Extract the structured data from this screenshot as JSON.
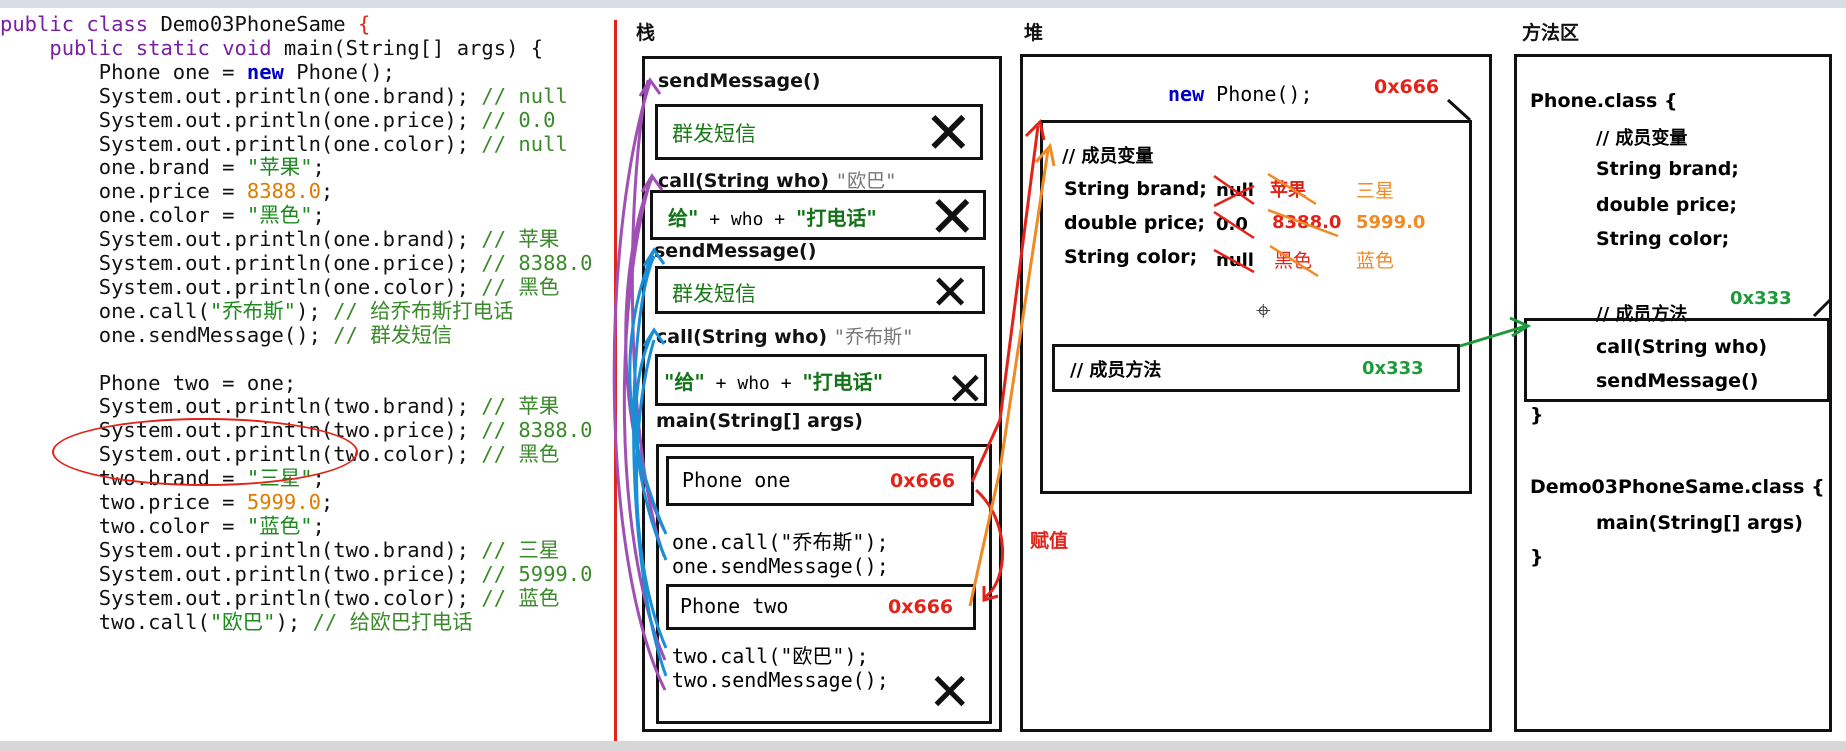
{
  "code": {
    "lines": [
      {
        "indent": "",
        "parts": [
          [
            "kw2",
            "public "
          ],
          [
            "kw2",
            "class "
          ],
          [
            "txt",
            "Demo03PhoneSame "
          ],
          [
            "red",
            "{"
          ]
        ]
      },
      {
        "indent": "    ",
        "parts": [
          [
            "kw2",
            "public "
          ],
          [
            "kw2",
            "static "
          ],
          [
            "kw2",
            "void "
          ],
          [
            "txt",
            "main(String[] args) {"
          ]
        ]
      },
      {
        "indent": "        ",
        "parts": [
          [
            "txt",
            "Phone one = "
          ],
          [
            "kw",
            "new "
          ],
          [
            "txt",
            "Phone();"
          ]
        ]
      },
      {
        "indent": "        ",
        "parts": [
          [
            "txt",
            "System.out.println(one.brand); "
          ],
          [
            "cmt",
            "// null"
          ]
        ]
      },
      {
        "indent": "        ",
        "parts": [
          [
            "txt",
            "System.out.println(one.price); "
          ],
          [
            "cmt",
            "// 0.0"
          ]
        ]
      },
      {
        "indent": "        ",
        "parts": [
          [
            "txt",
            "System.out.println(one.color); "
          ],
          [
            "cmt",
            "// null"
          ]
        ]
      },
      {
        "indent": "        ",
        "parts": [
          [
            "txt",
            "one.brand = "
          ],
          [
            "str",
            "\"苹果\""
          ],
          [
            "txt",
            ";"
          ]
        ]
      },
      {
        "indent": "        ",
        "parts": [
          [
            "txt",
            "one.price = "
          ],
          [
            "num",
            "8388.0"
          ],
          [
            "txt",
            ";"
          ]
        ]
      },
      {
        "indent": "        ",
        "parts": [
          [
            "txt",
            "one.color = "
          ],
          [
            "str",
            "\"黑色\""
          ],
          [
            "txt",
            ";"
          ]
        ]
      },
      {
        "indent": "        ",
        "parts": [
          [
            "txt",
            "System.out.println(one.brand); "
          ],
          [
            "cmt",
            "// 苹果"
          ]
        ]
      },
      {
        "indent": "        ",
        "parts": [
          [
            "txt",
            "System.out.println(one.price); "
          ],
          [
            "cmt",
            "// 8388.0"
          ]
        ]
      },
      {
        "indent": "        ",
        "parts": [
          [
            "txt",
            "System.out.println(one.color); "
          ],
          [
            "cmt",
            "// 黑色"
          ]
        ]
      },
      {
        "indent": "        ",
        "parts": [
          [
            "txt",
            "one.call("
          ],
          [
            "str",
            "\"乔布斯\""
          ],
          [
            "txt",
            "); "
          ],
          [
            "cmt",
            "// 给乔布斯打电话"
          ]
        ]
      },
      {
        "indent": "        ",
        "parts": [
          [
            "txt",
            "one.sendMessage(); "
          ],
          [
            "cmt",
            "// 群发短信"
          ]
        ]
      },
      {
        "indent": "",
        "parts": [
          [
            "txt",
            ""
          ]
        ]
      },
      {
        "indent": "        ",
        "parts": [
          [
            "txt",
            "Phone two = one;"
          ]
        ]
      },
      {
        "indent": "        ",
        "parts": [
          [
            "txt",
            "System.out.println(two.brand); "
          ],
          [
            "cmt",
            "// 苹果"
          ]
        ]
      },
      {
        "indent": "        ",
        "parts": [
          [
            "txt",
            "System.out.println(two.price); "
          ],
          [
            "cmt",
            "// 8388.0"
          ]
        ]
      },
      {
        "indent": "        ",
        "parts": [
          [
            "txt",
            "System.out.println(two.color); "
          ],
          [
            "cmt",
            "// 黑色"
          ]
        ]
      },
      {
        "indent": "        ",
        "parts": [
          [
            "txt",
            "two.brand = "
          ],
          [
            "str",
            "\"三星\""
          ],
          [
            "txt",
            ";"
          ]
        ]
      },
      {
        "indent": "        ",
        "parts": [
          [
            "txt",
            "two.price = "
          ],
          [
            "num",
            "5999.0"
          ],
          [
            "txt",
            ";"
          ]
        ]
      },
      {
        "indent": "        ",
        "parts": [
          [
            "txt",
            "two.color = "
          ],
          [
            "str",
            "\"蓝色\""
          ],
          [
            "txt",
            ";"
          ]
        ]
      },
      {
        "indent": "        ",
        "parts": [
          [
            "txt",
            "System.out.println(two.brand); "
          ],
          [
            "cmt",
            "// 三星"
          ]
        ]
      },
      {
        "indent": "        ",
        "parts": [
          [
            "txt",
            "System.out.println(two.price); "
          ],
          [
            "cmt",
            "// 5999.0"
          ]
        ]
      },
      {
        "indent": "        ",
        "parts": [
          [
            "txt",
            "System.out.println(two.color); "
          ],
          [
            "cmt",
            "// 蓝色"
          ]
        ]
      },
      {
        "indent": "        ",
        "parts": [
          [
            "txt",
            "two.call("
          ],
          [
            "str",
            "\"欧巴\""
          ],
          [
            "txt",
            "); "
          ],
          [
            "cmt",
            "// 给欧巴打电话"
          ]
        ]
      }
    ]
  },
  "stack": {
    "title": "栈",
    "frame1_title": "sendMessage()",
    "frame1_body": "群发短信",
    "frame2_title": "call(String who)",
    "frame2_arg": "\"欧巴\"",
    "frame2_body_a": "给\"",
    "frame2_body_b": " + who + ",
    "frame2_body_c": "\"打电话\"",
    "frame3_title": "sendMessage()",
    "frame3_body": "群发短信",
    "frame4_title": "call(String who)",
    "frame4_arg": "\"乔布斯\"",
    "frame4_body_a": "\"给\"",
    "frame4_body_b": " + who + ",
    "frame4_body_c": "\"打电话\"",
    "main_title": "main(String[] args)",
    "var_one": "Phone one",
    "var_one_addr": "0x666",
    "stmt1": "one.call(\"乔布斯\");",
    "stmt2": "one.sendMessage();",
    "var_two": "Phone two",
    "var_two_addr": "0x666",
    "stmt3": "two.call(\"欧巴\");",
    "stmt4": "two.sendMessage();"
  },
  "assign_label": "赋值",
  "heap": {
    "title": "堆",
    "new_kw": "new",
    "new_rest": " Phone();",
    "addr": "0x666",
    "member_vars": "// 成员变量",
    "brand_label": "String brand;",
    "price_label": "double price;",
    "color_label": "String color;",
    "brand_vals": [
      "null",
      "苹果",
      "三星"
    ],
    "price_vals": [
      "0.0",
      "8388.0",
      "5999.0"
    ],
    "color_vals": [
      "null",
      "黑色",
      "蓝色"
    ],
    "member_methods": "// 成员方法",
    "method_addr": "0x333"
  },
  "method_area": {
    "title": "方法区",
    "class_line": "Phone.class {",
    "member_vars": "// 成员变量",
    "f1": "String brand;",
    "f2": "double price;",
    "f3": "String color;",
    "member_methods": "// 成员方法",
    "method_addr": "0x333",
    "m1": "call(String who)",
    "m2": "sendMessage()",
    "close1": "}",
    "class2_line": "Demo03PhoneSame.class {",
    "m3": "main(String[] args)",
    "close2": "}"
  },
  "colors": {
    "red": "#e2231a",
    "orange": "#f08a24",
    "green": "#1e9a3a",
    "purple": "#a04fb5",
    "blue": "#1a8fd6",
    "dark_green_text": "#14731f"
  }
}
